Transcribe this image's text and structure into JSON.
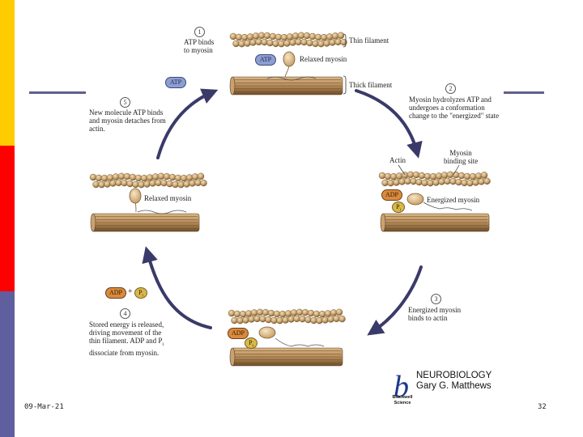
{
  "colors": {
    "sidebar": [
      "#ffcc00",
      "#ff0000",
      "#5f5f9f"
    ],
    "atp": "#8c9fd0",
    "adp": "#d98a3c",
    "pi": "#d9b84a",
    "actin_bead": "#c8a470",
    "thick_filament": "#b78d5c",
    "arrow": "#3a3a6a"
  },
  "icons": [
    "actin-bead",
    "myosin-head",
    "thick-filament-rod",
    "curved-arrow",
    "publisher-b-logo"
  ],
  "labels": {
    "thin_filament": "Thin filament",
    "thick_filament": "Thick filament",
    "relaxed_myosin_top": "Relaxed myosin",
    "actin": "Actin",
    "myosin_binding_site": [
      "Myosin",
      "binding site"
    ],
    "energized_myosin": "Energized myosin",
    "relaxed_myosin_left": "Relaxed myosin"
  },
  "steps": [
    {
      "number": "1",
      "lines": [
        "ATP binds",
        "to myosin"
      ]
    },
    {
      "number": "2",
      "lines": [
        "Myosin hydrolyzes ATP and",
        "undergoes a conformation",
        "change to the \"energized\" state"
      ]
    },
    {
      "number": "3",
      "lines": [
        "Energized myosin",
        "binds to actin"
      ]
    },
    {
      "number": "4",
      "lines": [
        "Stored energy is released,",
        "driving movement of the",
        "thin filament. ADP and P",
        "dissociate from myosin."
      ]
    },
    {
      "number": "5",
      "lines": [
        "New molecule ATP binds",
        "and myosin detaches from",
        "actin."
      ]
    }
  ],
  "molecules": {
    "atp": "ATP",
    "adp": "ADP",
    "pi": "P",
    "pi_sub": "i",
    "plus": "+"
  },
  "credit": {
    "title": "NEUROBIOLOGY",
    "author": "Gary G. Matthews",
    "publisher_logo_letter": "b",
    "publisher": [
      "Blackwell",
      "Science"
    ]
  },
  "footer": {
    "date": "09-Mar-21",
    "page": "32"
  }
}
